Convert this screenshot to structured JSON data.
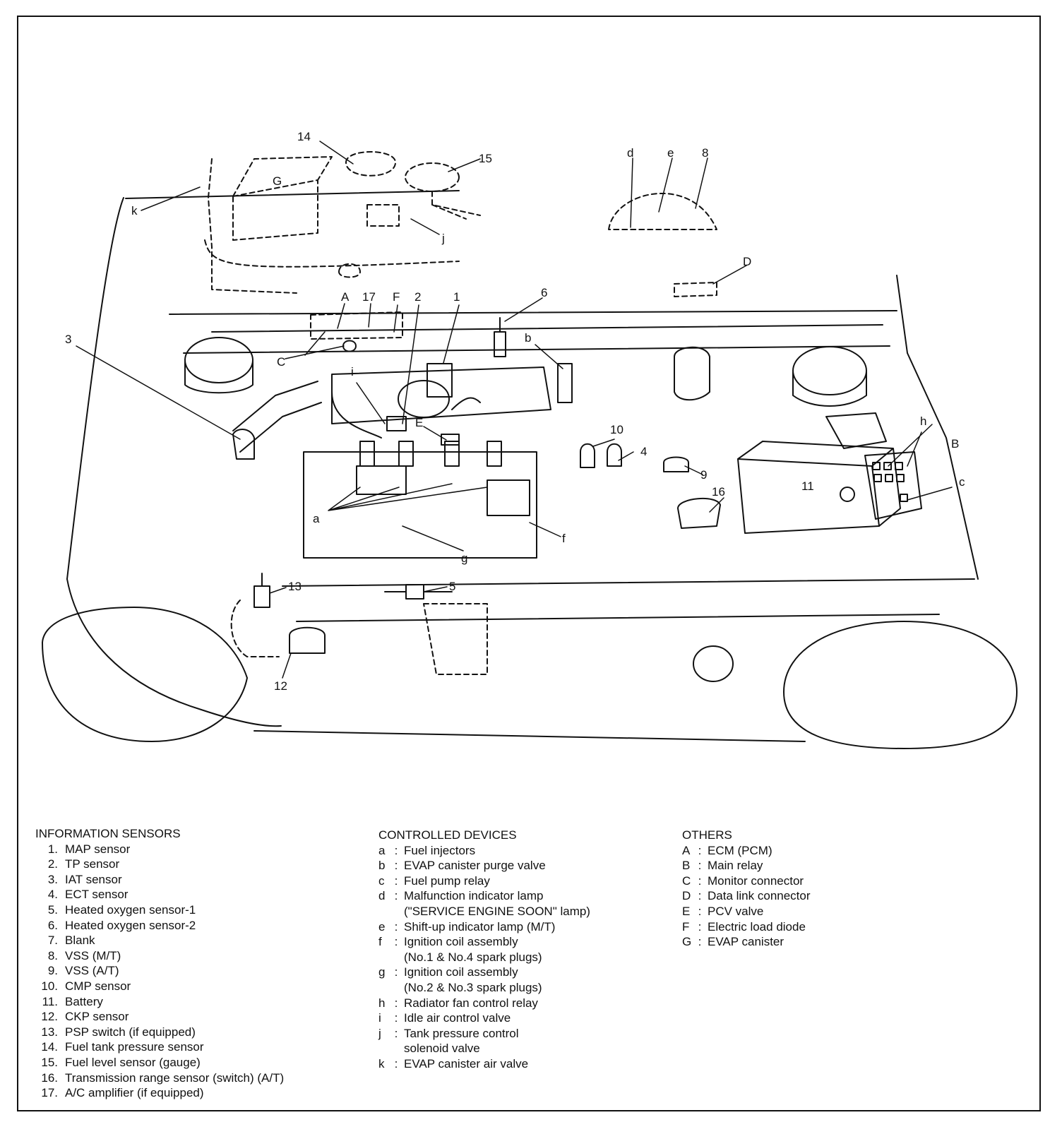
{
  "callouts": {
    "n1": "1",
    "n2": "2",
    "n3": "3",
    "n4": "4",
    "n5": "5",
    "n6": "6",
    "n8": "8",
    "n9": "9",
    "n10": "10",
    "n11": "11",
    "n12": "12",
    "n13": "13",
    "n14": "14",
    "n15": "15",
    "n16": "16",
    "n17": "17",
    "a": "a",
    "b": "b",
    "c": "c",
    "d": "d",
    "e": "e",
    "f": "f",
    "g": "g",
    "h": "h",
    "i": "i",
    "j": "j",
    "k": "k",
    "A": "A",
    "B": "B",
    "C": "C",
    "D": "D",
    "E": "E",
    "F": "F",
    "G": "G"
  },
  "legend": {
    "sensors": {
      "heading": "INFORMATION SENSORS",
      "items": [
        {
          "num": "1.",
          "text": "MAP sensor"
        },
        {
          "num": "2.",
          "text": "TP sensor"
        },
        {
          "num": "3.",
          "text": "IAT sensor"
        },
        {
          "num": "4.",
          "text": "ECT sensor"
        },
        {
          "num": "5.",
          "text": "Heated oxygen sensor-1"
        },
        {
          "num": "6.",
          "text": "Heated oxygen sensor-2"
        },
        {
          "num": "7.",
          "text": "Blank"
        },
        {
          "num": "8.",
          "text": "VSS (M/T)"
        },
        {
          "num": "9.",
          "text": "VSS (A/T)"
        },
        {
          "num": "10.",
          "text": "CMP sensor"
        },
        {
          "num": "11.",
          "text": "Battery"
        },
        {
          "num": "12.",
          "text": "CKP sensor"
        },
        {
          "num": "13.",
          "text": "PSP switch (if equipped)"
        },
        {
          "num": "14.",
          "text": "Fuel tank pressure sensor"
        },
        {
          "num": "15.",
          "text": "Fuel level sensor (gauge)"
        },
        {
          "num": "16.",
          "text": "Transmission range sensor (switch) (A/T)"
        },
        {
          "num": "17.",
          "text": "A/C amplifier (if equipped)"
        }
      ]
    },
    "devices": {
      "heading": "CONTROLLED DEVICES",
      "items": [
        {
          "num": "a",
          "text": "Fuel injectors",
          "cont": ""
        },
        {
          "num": "b",
          "text": "EVAP canister purge valve",
          "cont": ""
        },
        {
          "num": "c",
          "text": "Fuel pump relay",
          "cont": ""
        },
        {
          "num": "d",
          "text": "Malfunction indicator lamp",
          "cont": "(\"SERVICE ENGINE SOON\" lamp)"
        },
        {
          "num": "e",
          "text": "Shift-up indicator lamp (M/T)",
          "cont": ""
        },
        {
          "num": "f",
          "text": "Ignition coil assembly",
          "cont": "(No.1 & No.4 spark plugs)"
        },
        {
          "num": "g",
          "text": "Ignition coil assembly",
          "cont": "(No.2 & No.3 spark plugs)"
        },
        {
          "num": "h",
          "text": "Radiator fan control relay",
          "cont": ""
        },
        {
          "num": "i",
          "text": "Idle air control valve",
          "cont": ""
        },
        {
          "num": "j",
          "text": "Tank pressure control",
          "cont": "solenoid valve"
        },
        {
          "num": "k",
          "text": "EVAP canister air valve",
          "cont": ""
        }
      ]
    },
    "others": {
      "heading": "OTHERS",
      "items": [
        {
          "num": "A",
          "text": "ECM (PCM)"
        },
        {
          "num": "B",
          "text": "Main relay"
        },
        {
          "num": "C",
          "text": "Monitor connector"
        },
        {
          "num": "D",
          "text": "Data link connector"
        },
        {
          "num": "E",
          "text": "PCV valve"
        },
        {
          "num": "F",
          "text": "Electric load diode"
        },
        {
          "num": "G",
          "text": "EVAP canister"
        }
      ]
    }
  }
}
